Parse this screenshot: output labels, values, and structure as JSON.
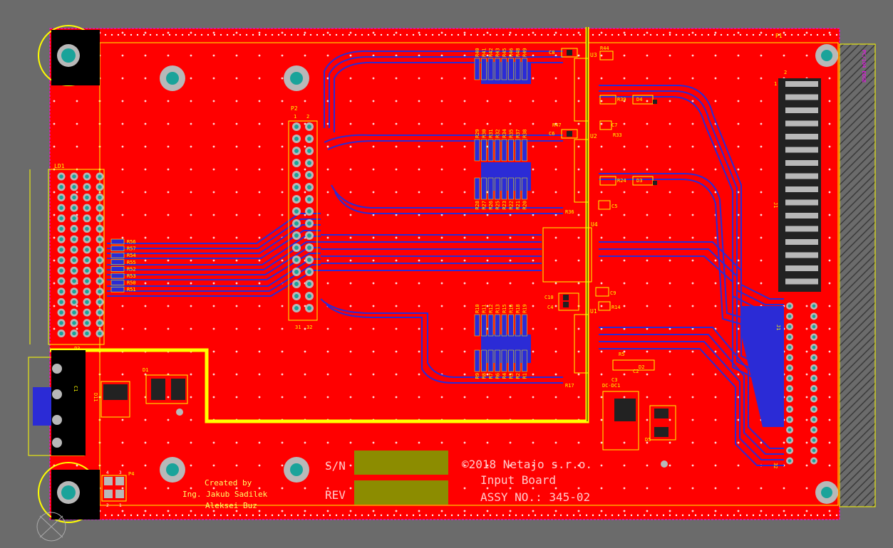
{
  "colors": {
    "background": "#6b6b6b",
    "board_fill": "#ff0000",
    "bottom_copper": "#2b2bd6",
    "silkscreen": "#ffff00",
    "keepout": "#ff00ff",
    "pad": "#b8b8b8",
    "pad_hole": "#1aa39a",
    "box": "#8c8c00",
    "logo_text": "#ffcccc",
    "created_text": "#ffff66"
  },
  "board": {
    "designator": "P1",
    "connector_left": "LD1",
    "header": "P2",
    "header_pins": {
      "p1": "1",
      "p2": "2",
      "p31": "31",
      "p32": "32"
    },
    "power_connector": "P3",
    "prog_connector": "P4",
    "prog_pins": {
      "a": "4",
      "b": "3",
      "c": "2",
      "d": "1"
    },
    "big_connector": "J1",
    "big_connector_pins": {
      "p1": "1",
      "p2": "2",
      "p32": "32"
    },
    "side_label": "PC/104 EDGE"
  },
  "ics": {
    "u1": "U1",
    "u2": "U2",
    "u3": "U3",
    "u4": "U4",
    "dcdc": "DC-DC1"
  },
  "diodes": {
    "d1": "D1",
    "d2": "D2",
    "d3": "D3",
    "d4": "D4",
    "d5": "D5",
    "d11": "D11",
    "c_side": "C1"
  },
  "caps": {
    "c2": "C2",
    "c3": "C3",
    "c4": "C4",
    "c5": "C5",
    "c6": "C6",
    "c7": "C7",
    "c8": "C8",
    "c9": "C9",
    "c10": "C10"
  },
  "resistors_top_group": [
    "R40",
    "R41",
    "R42",
    "R43",
    "R45",
    "R46",
    "R48",
    "R49"
  ],
  "resistors_mid_top": [
    "R29",
    "R30",
    "R31",
    "R32",
    "R34",
    "R35",
    "R37",
    "R38"
  ],
  "resistors_mid_bottom": [
    "R28",
    "R27",
    "R26",
    "R25",
    "R23",
    "R22",
    "R21",
    "R20"
  ],
  "resistors_low_top": [
    "R10",
    "R11",
    "R12",
    "R13",
    "R15",
    "R16",
    "R18",
    "R19"
  ],
  "resistors_low_bottom": [
    "R9",
    "R8",
    "R7",
    "R6",
    "R4",
    "R3",
    "R2",
    "R1"
  ],
  "resistors_left": [
    "R56",
    "R57",
    "R54",
    "R55",
    "R52",
    "R53",
    "R50",
    "R51"
  ],
  "resistors_misc": {
    "r44": "R44",
    "r39": "R39",
    "r47": "R47",
    "r33": "R33",
    "r24": "R24",
    "r36": "R36",
    "r14": "R14",
    "r5": "R5",
    "r17": "R17",
    "r8": "R8"
  },
  "silk": {
    "sn_label": "S/N",
    "rev_label": "REV",
    "copyright": "©2018 Netajo s.r.o.",
    "board_name": "Input Board",
    "assy": "ASSY NO.: 345-02",
    "created_by": "Created by",
    "author": "Ing. Jakub Sadilek",
    "coauthor": "Aleksei Buz"
  }
}
